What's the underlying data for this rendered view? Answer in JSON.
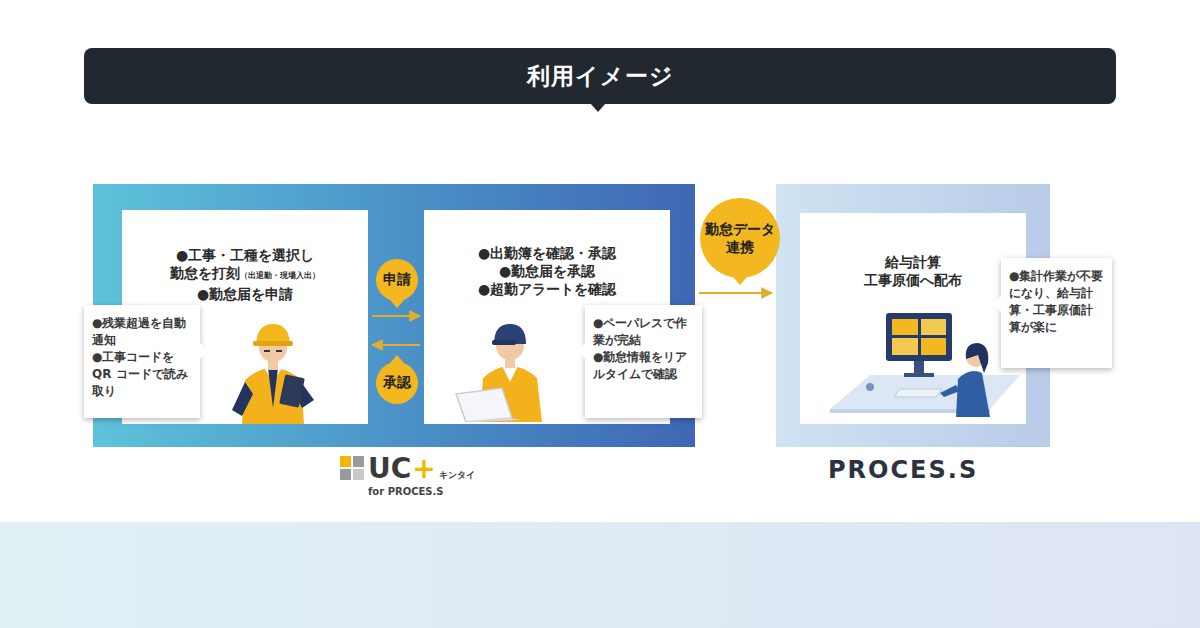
{
  "diagram": {
    "title": "利用イメージ",
    "nodes": [
      {
        "text": [
          "UC",
          "+",
          "キンタイ",
          "for PROCES.S"
        ]
      },
      {
        "text": [
          "●工事・工種を選択し",
          "勤怠を打刻",
          "（出退勤・現場入出）",
          "●勤怠届を申請"
        ],
        "in": 0
      },
      {
        "text": [
          "●残業超過を自動通知",
          "●工事コードをQR コードで読み取り"
        ]
      },
      {
        "text": [
          "●出勤簿を確認・承認",
          "●勤怠届を承認",
          "●超勤アラートを確認"
        ],
        "in": 0
      },
      {
        "text": [
          "●ペーパレスで作業が完結",
          "●勤怠情報をリアルタイムで確認"
        ]
      },
      {
        "text": [
          "PROCES.S"
        ]
      },
      {
        "text": [
          "給与計算 工事原価へ配布"
        ],
        "in": 5
      },
      {
        "text": [
          "●集計作業が不要になり、給与計算・工事原価計算が楽に"
        ]
      }
    ],
    "edges": [
      {
        "from": 1,
        "to": 3,
        "label": "申請",
        "arrow": "to"
      },
      {
        "from": 3,
        "to": 1,
        "label": "承認",
        "arrow": "to"
      },
      {
        "from": 0,
        "to": 5,
        "label": "勤怠データ連携",
        "arrow": "to"
      }
    ]
  }
}
